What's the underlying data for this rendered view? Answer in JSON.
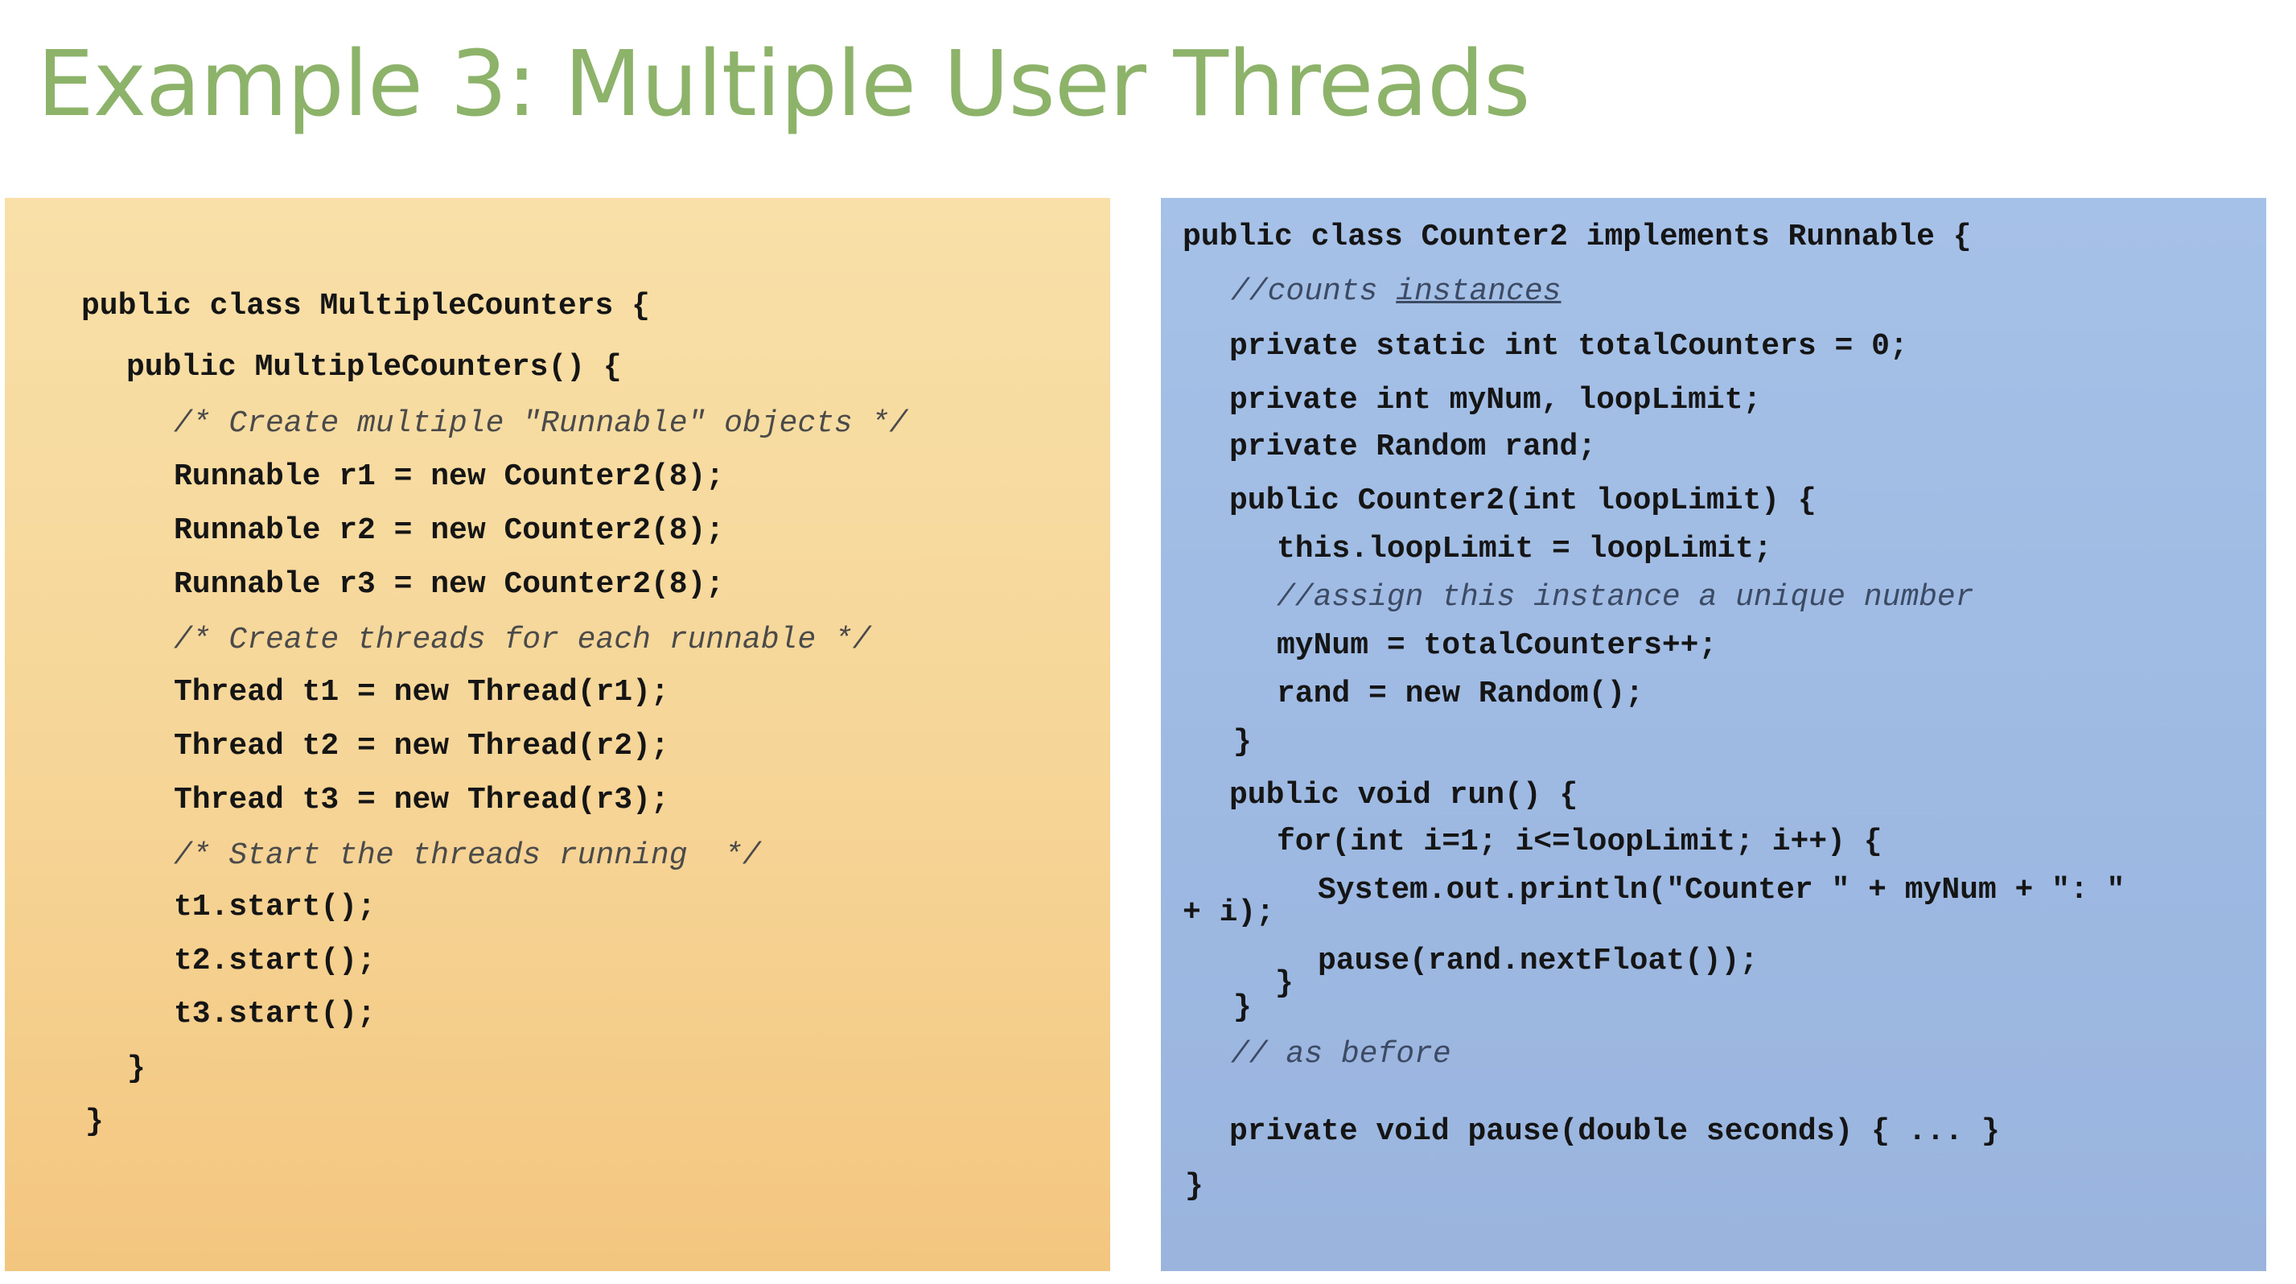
{
  "slide": {
    "title": "Example 3: Multiple User Threads"
  },
  "left_code": [
    "public class MultipleCounters {",
    "public MultipleCounters() {",
    "/* Create multiple \"Runnable\" objects */",
    "Runnable r1 = new Counter2(8);",
    "Runnable r2 = new Counter2(8);",
    "Runnable r3 = new Counter2(8);",
    "/* Create threads for each runnable */",
    "Thread t1 = new Thread(r1);",
    "Thread t2 = new Thread(r2);",
    "Thread t3 = new Thread(r3);",
    "/* Start the threads running  */",
    "t1.start();",
    "t2.start();",
    "t3.start();",
    "}",
    "}"
  ],
  "right_code": [
    "public class Counter2 implements Runnable {",
    "//counts ",
    "instances",
    "private static int totalCounters = 0;",
    "private int myNum, loopLimit;",
    "private Random rand;",
    "public Counter2(int loopLimit) {",
    "this.loopLimit = loopLimit;",
    "//assign this instance a unique number",
    "myNum = totalCounters++;",
    "rand = new Random();",
    "}",
    "public void run() {",
    "for(int i=1; i<=loopLimit; i++) {",
    "System.out.println(\"Counter \" + myNum + \": \"",
    "+ i);",
    "pause(rand.nextFloat());",
    "}",
    "}",
    "// as before",
    "private void pause(double seconds) { ... }",
    "}"
  ],
  "colors": {
    "title": "#8db36b",
    "left_panel": "#f6d597",
    "right_panel": "#a6c1e7"
  }
}
